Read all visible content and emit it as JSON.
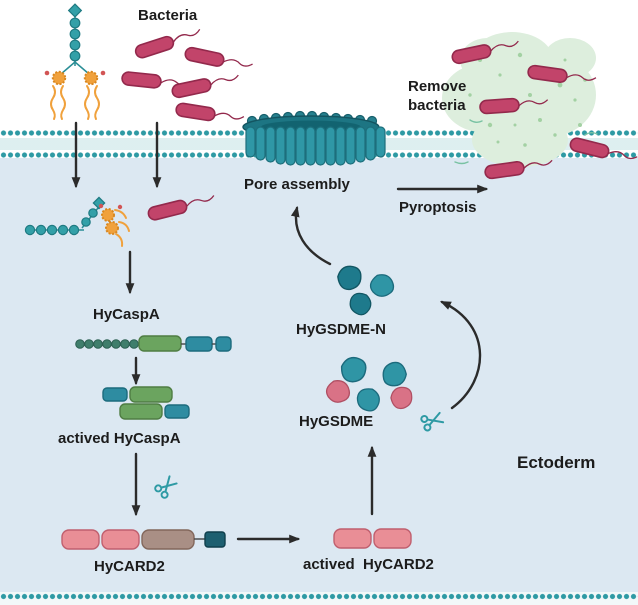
{
  "labels": {
    "bacteria": "Bacteria",
    "remove_bacteria": "Remove bacteria",
    "pore_assembly": "Pore assembly",
    "pyroptosis": "Pyroptosis",
    "hycaspa": "HyCaspA",
    "actived_hycaspa": "actived HyCaspA",
    "hycard2": "HyCARD2",
    "actived_hycard2": "actived  HyCARD2",
    "hygsdme": "HyGSDME",
    "hygsdme_n": "HyGSDME-N",
    "ectoderm": "Ectoderm"
  },
  "icons": {
    "scissors_icon": "teal scissors marking protease cleavage",
    "bacterium_icon": "red rod bacterium with flagellum",
    "lps_glycan_icon": "teal sugar chain with orange lipid tails",
    "membrane_pore_icon": "teal multi-subunit pore barrel in membrane",
    "lysis_burst_icon": "light green burst cloud with speckles"
  },
  "colors": {
    "cell_bg": "#dce8f2",
    "membrane": "#2e9aa4",
    "bacteria_fill": "#c2446a",
    "bacteria_stroke": "#93294c",
    "glycan_teal": "#33a0a8",
    "glycan_orange": "#f0a13c",
    "burst_bg": "#ddeedd",
    "burst_dots": "#a3d1a3",
    "domain_green": "#6ba45f",
    "domain_teal": "#2e8ca1",
    "domain_pink": "#e98e96",
    "domain_mauve": "#a98f85",
    "domain_darkteal": "#1d5f70",
    "arrow": "#2b2b2b",
    "scissors": "#2e9aa4",
    "text": "#1c1c1c"
  }
}
